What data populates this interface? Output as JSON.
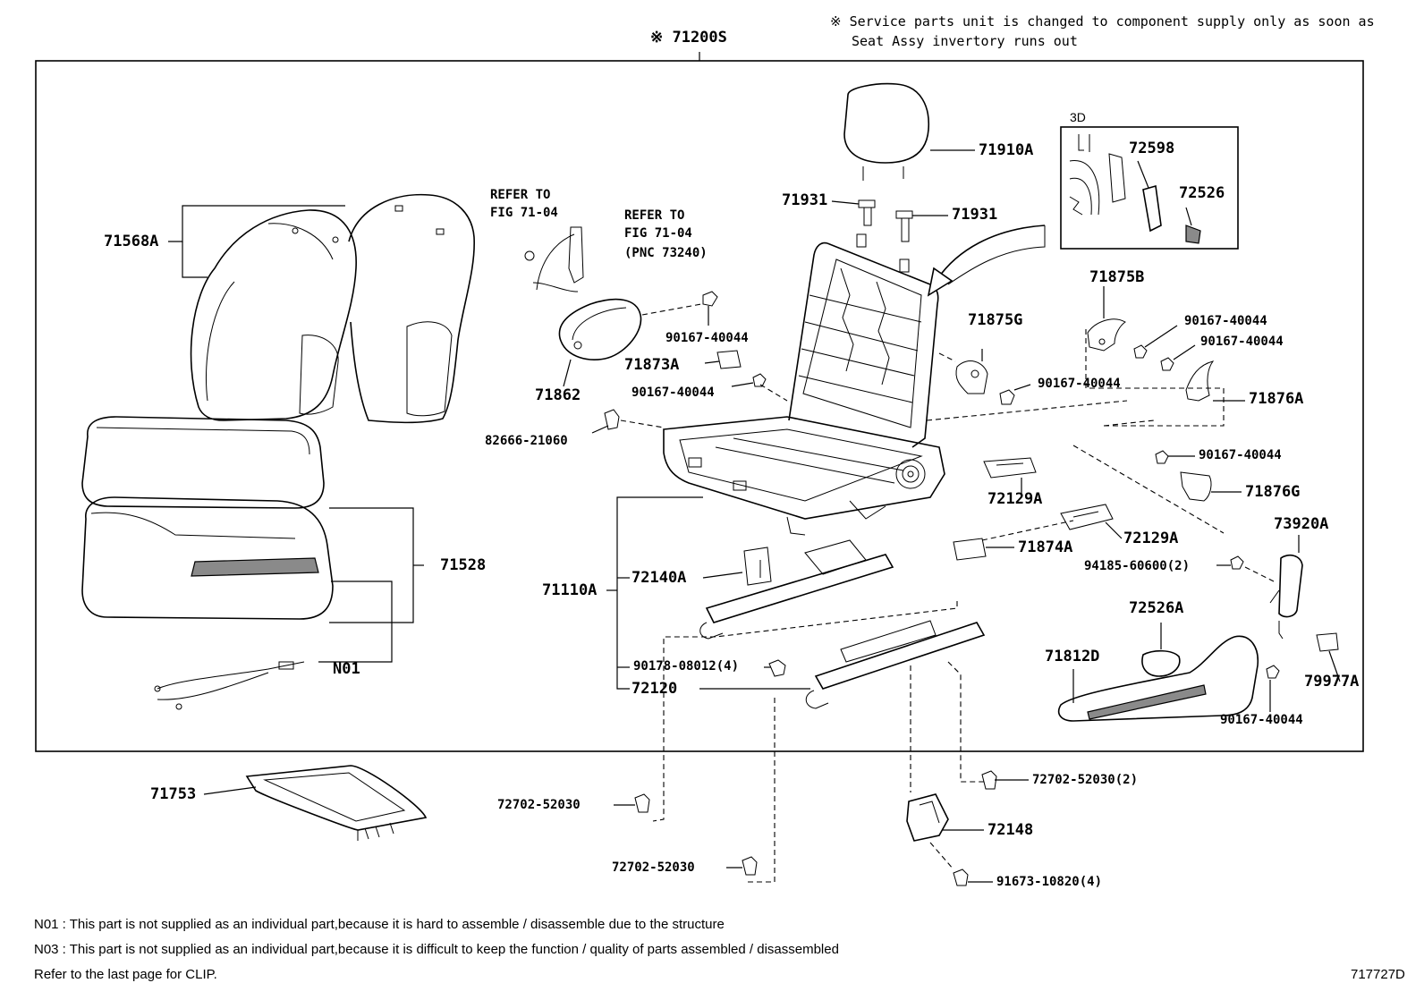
{
  "header": {
    "assembly_no": "※ 71200S",
    "service_note_line1": "※ Service parts unit is changed to component supply only as soon as",
    "service_note_line2": "Seat Assy invertory runs out"
  },
  "inset": {
    "label": "3D"
  },
  "refer": {
    "a_line1": "REFER TO",
    "a_line2": "FIG 71-04",
    "b_line1": "REFER TO",
    "b_line2": "FIG 71-04",
    "b_line3": "(PNC 73240)"
  },
  "parts": {
    "p71568A": "71568A",
    "p71528": "71528",
    "pN01": "N01",
    "p71753": "71753",
    "p71862": "71862",
    "p71873A": "71873A",
    "p90167_a": "90167-40044",
    "p90167_b": "90167-40044",
    "p82666": "82666-21060",
    "p71910A": "71910A",
    "p71931_l": "71931",
    "p71931_r": "71931",
    "p72598": "72598",
    "p72526": "72526",
    "p71875B": "71875B",
    "p90167_c": "90167-40044",
    "p90167_d": "90167-40044",
    "p71876A": "71876A",
    "p71875G": "71875G",
    "p90167_e": "90167-40044",
    "p90167_f": "90167-40044",
    "p71876G": "71876G",
    "p72129A_1": "72129A",
    "p72129A_2": "72129A",
    "p71874A": "71874A",
    "p73920A": "73920A",
    "p94185": "94185-60600(2)",
    "p72526A": "72526A",
    "p71812D": "71812D",
    "p79977A": "79977A",
    "p90167_g": "90167-40044",
    "p71110A": "71110A",
    "p72140A": "72140A",
    "p90178": "90178-08012(4)",
    "p72120": "72120",
    "p72702_a": "72702-52030",
    "p72702_b": "72702-52030",
    "p72702_c": "72702-52030(2)",
    "p72148": "72148",
    "p91673": "91673-10820(4)"
  },
  "footer": {
    "n01_note": "N01 : This part is not supplied as an individual part,because it is hard to assemble / disassemble due to the structure",
    "n03_note": "N03 : This part is not supplied as an individual part,because it is difficult to keep the function / quality of parts assembled / disassembled",
    "clip_note": "Refer to the last page for CLIP.",
    "illustration_no": "717727D"
  }
}
